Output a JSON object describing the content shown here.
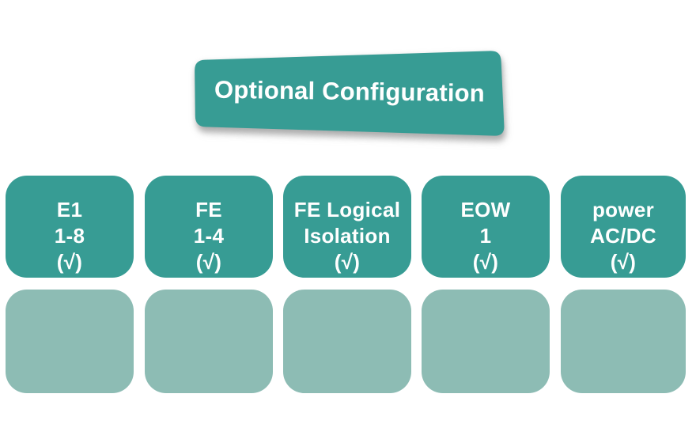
{
  "colors": {
    "teal": "#379c94",
    "teal-light": "#8dbcb4",
    "text-on-teal": "#ffffff",
    "background": "#ffffff"
  },
  "banner": {
    "label": "Optional Configuration"
  },
  "options": [
    {
      "id": "e1",
      "lines": [
        "E1",
        "1-8",
        "(√)"
      ]
    },
    {
      "id": "fe",
      "lines": [
        "FE",
        "1-4",
        "(√)"
      ]
    },
    {
      "id": "fe-logical-isolation",
      "lines": [
        "FE Logical",
        "Isolation",
        "(√)"
      ]
    },
    {
      "id": "eow",
      "lines": [
        "EOW",
        "1",
        "(√)"
      ]
    },
    {
      "id": "power",
      "lines": [
        "power",
        "AC/DC",
        "(√)"
      ]
    }
  ]
}
